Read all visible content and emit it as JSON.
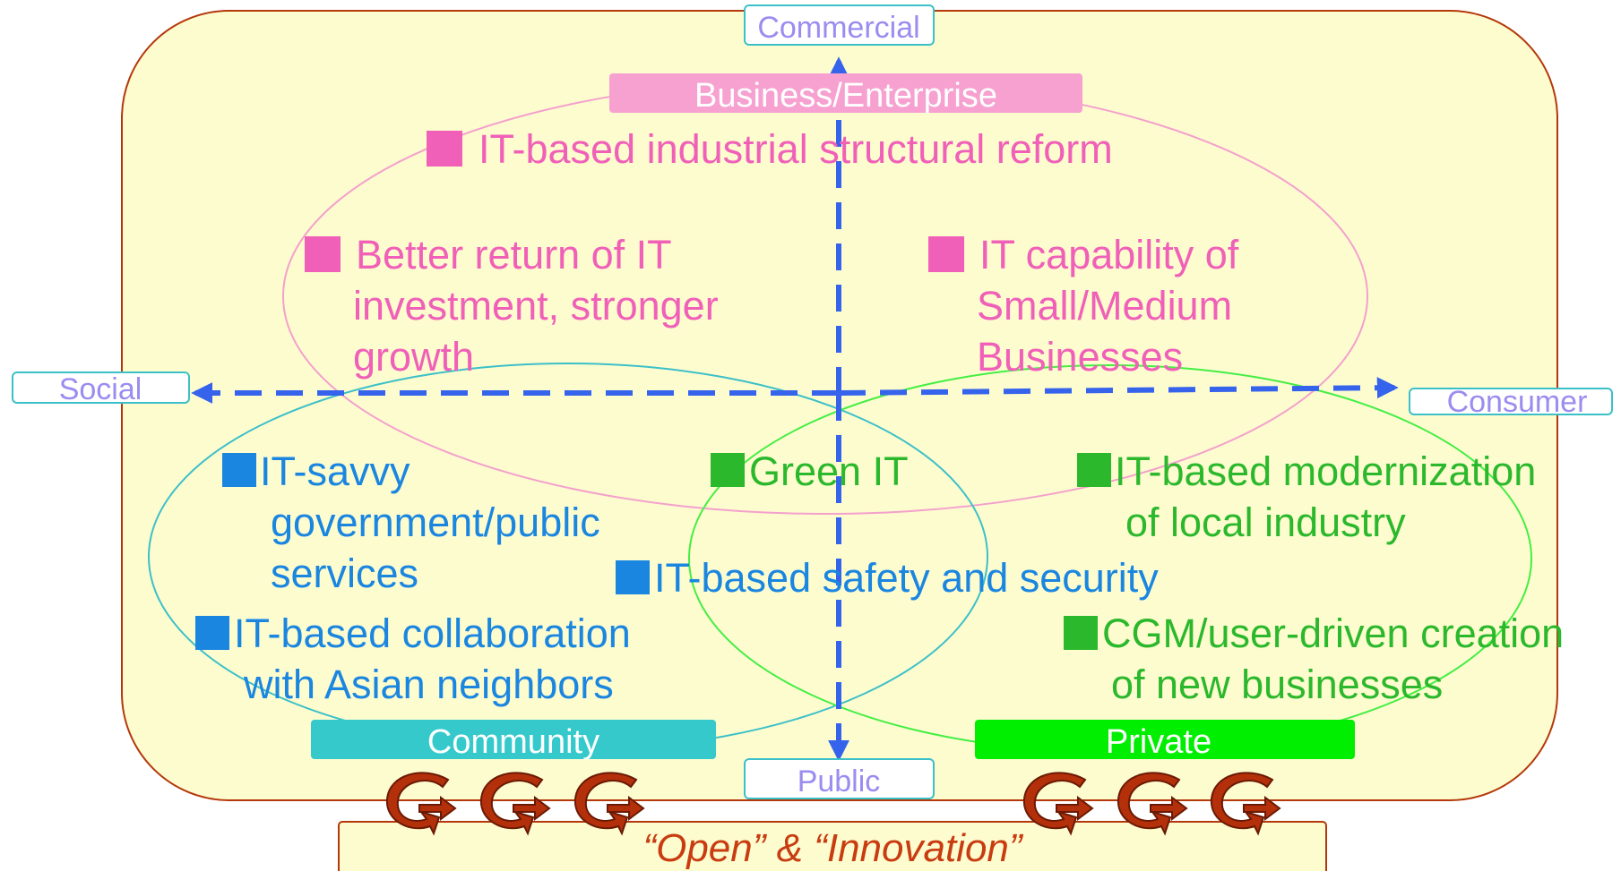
{
  "axes": {
    "top": "Commercial",
    "bottom": "Public",
    "left": "Social",
    "right": "Consumer"
  },
  "groups": {
    "business": {
      "label": "Business/Enterprise",
      "color": "#f6a1d0",
      "items": [
        [
          "IT-based industrial structural reform"
        ],
        [
          "Better return of IT",
          "investment, stronger",
          "growth"
        ],
        [
          "IT capability of",
          "Small/Medium",
          "Businesses"
        ]
      ]
    },
    "community": {
      "label": "Community",
      "color": "#36c9cc",
      "items": [
        [
          "IT-savvy",
          "government/public",
          "services"
        ],
        [
          "IT-based collaboration",
          "with Asian neighbors"
        ]
      ]
    },
    "private": {
      "label": "Private",
      "color": "#00ee00",
      "items": [
        [
          "IT-based modernization",
          "of local industry"
        ],
        [
          "CGM/user-driven creation",
          "of new businesses"
        ]
      ]
    },
    "shared": {
      "green_it": "Green IT",
      "safety": "IT-based safety and security"
    }
  },
  "footer": {
    "label": "“Open” & “Innovation”"
  },
  "colors": {
    "background_panel": "#fdfccf",
    "panel_border": "#b4380a",
    "axis_arrow": "#3563ec",
    "pink_text": "#f060b8",
    "blue_text": "#1a86e0",
    "green_text": "#2cb82c",
    "cycle_arrow": "#b4300a"
  }
}
